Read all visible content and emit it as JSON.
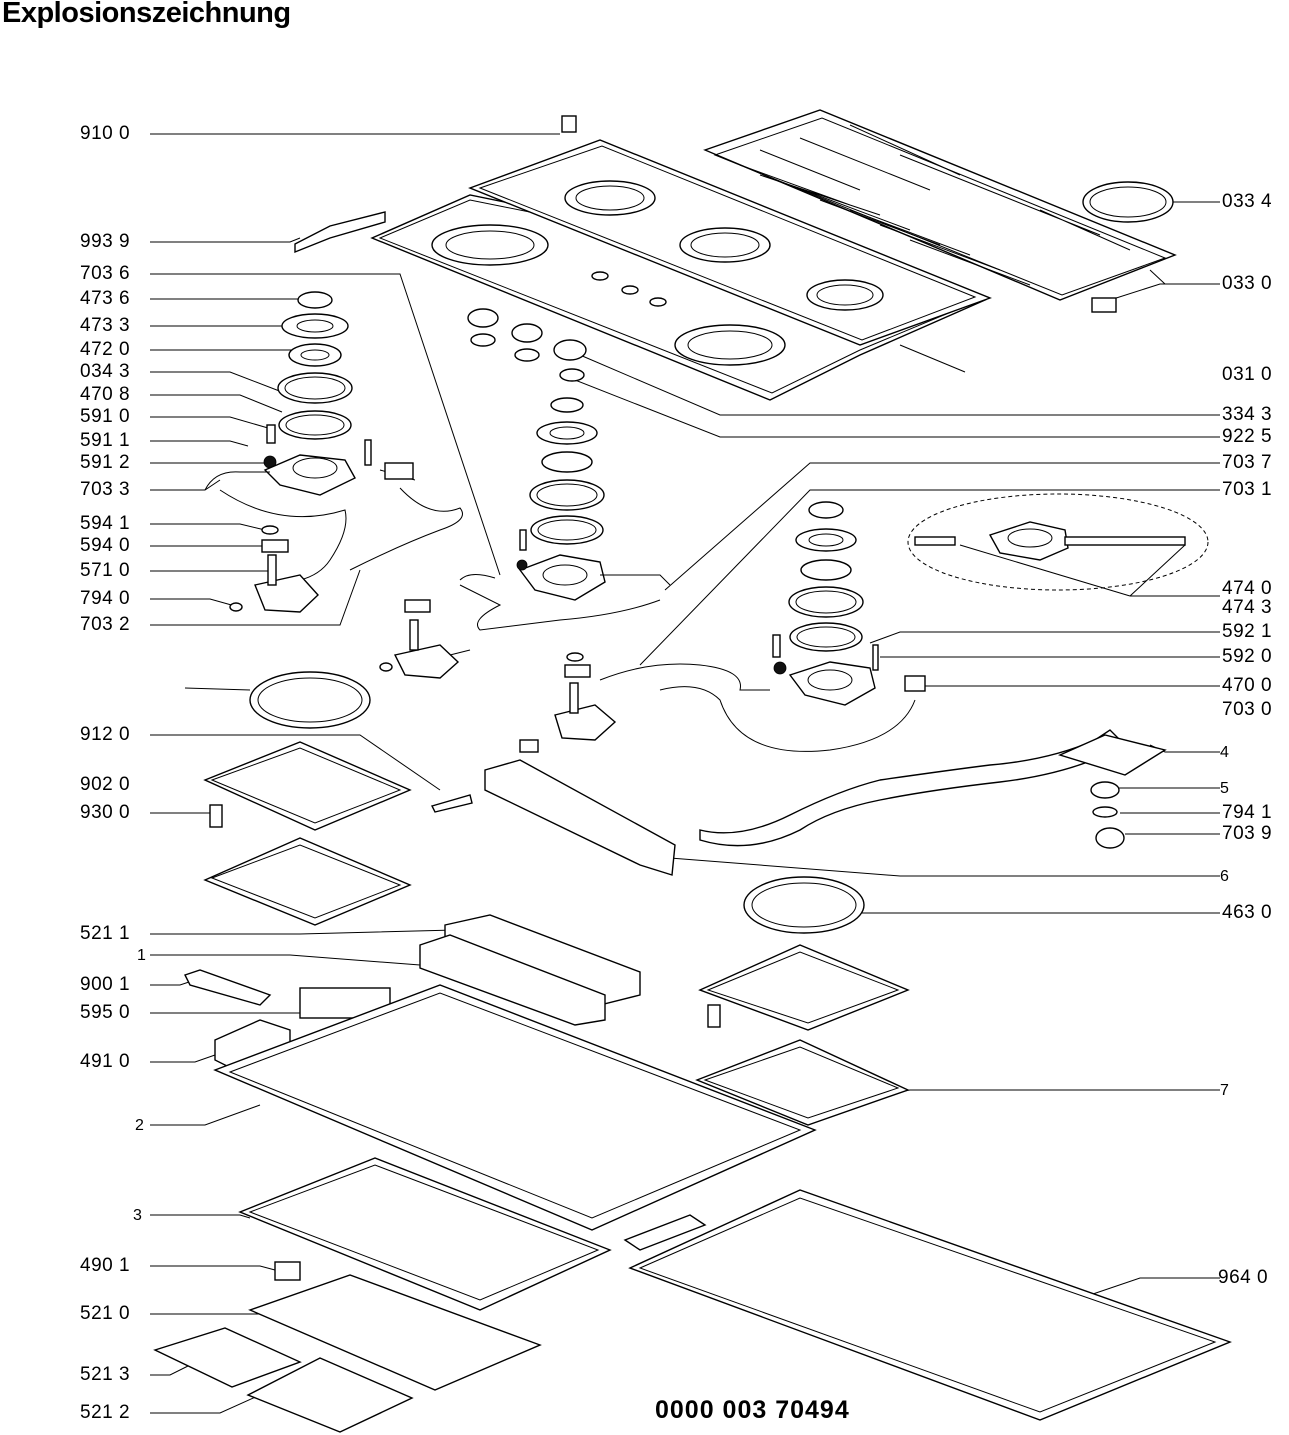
{
  "title": "Explosionszeichnung",
  "document_number": "0000 003 70494",
  "labels_left": [
    "910 0",
    "993 9",
    "703 6",
    "473 6",
    "473 3",
    "472 0",
    "034 3",
    "470 8",
    "591 0",
    "591 1",
    "591 2",
    "703 3",
    "594 1",
    "594 0",
    "571 0",
    "794 0",
    "703 2",
    "912 0",
    "902 0",
    "930 0",
    "521 1",
    "1",
    "900 1",
    "595 0",
    "491 0",
    "2",
    "3",
    "490 1",
    "521 0",
    "521 3",
    "521 2"
  ],
  "labels_right": [
    "033 4",
    "033 0",
    "031 0",
    "334 3",
    "922 5",
    "703 7",
    "703 1",
    "474 0",
    "474 3",
    "592 1",
    "592 0",
    "470 0",
    "703 0",
    "4",
    "5",
    "794 1",
    "703 9",
    "6",
    "463 0",
    "7",
    "964 0"
  ]
}
